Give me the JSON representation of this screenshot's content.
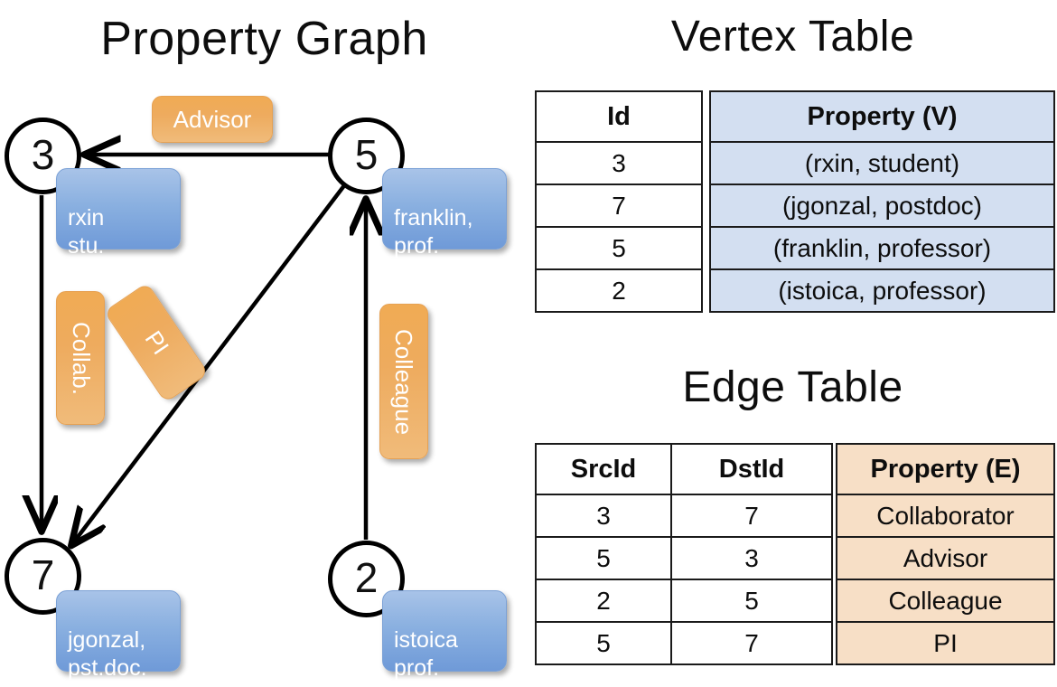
{
  "titles": {
    "property_graph": "Property Graph",
    "vertex_table": "Vertex Table",
    "edge_table": "Edge Table"
  },
  "colors": {
    "node_stroke": "#000000",
    "vertex_property_fill": "#d3dff1",
    "edge_property_fill": "#f7dfc6",
    "vertex_box_fill": "#8ab0e0",
    "edge_box_fill": "#eeab5e",
    "background": "#ffffff"
  },
  "graph": {
    "nodes": [
      {
        "id": "3",
        "property": "rxin\nstu."
      },
      {
        "id": "5",
        "property": "franklin,\nprof."
      },
      {
        "id": "7",
        "property": "jgonzal,\npst.doc."
      },
      {
        "id": "2",
        "property": "istoica\nprof."
      }
    ],
    "edge_labels": {
      "advisor": "Advisor",
      "collab": "Collab.",
      "pi": "PI",
      "colleague": "Colleague"
    },
    "edges": [
      {
        "src": "5",
        "dst": "3",
        "label": "Advisor"
      },
      {
        "src": "3",
        "dst": "7",
        "label": "Collab."
      },
      {
        "src": "5",
        "dst": "7",
        "label": "PI"
      },
      {
        "src": "2",
        "dst": "5",
        "label": "Colleague"
      }
    ]
  },
  "vertex_table": {
    "headers": [
      "Id",
      "Property (V)"
    ],
    "rows": [
      {
        "id": "3",
        "property": "(rxin, student)"
      },
      {
        "id": "7",
        "property": "(jgonzal, postdoc)"
      },
      {
        "id": "5",
        "property": "(franklin, professor)"
      },
      {
        "id": "2",
        "property": "(istoica, professor)"
      }
    ]
  },
  "edge_table": {
    "headers": [
      "SrcId",
      "DstId",
      "Property (E)"
    ],
    "rows": [
      {
        "src": "3",
        "dst": "7",
        "property": "Collaborator"
      },
      {
        "src": "5",
        "dst": "3",
        "property": "Advisor"
      },
      {
        "src": "2",
        "dst": "5",
        "property": "Colleague"
      },
      {
        "src": "5",
        "dst": "7",
        "property": "PI"
      }
    ]
  }
}
